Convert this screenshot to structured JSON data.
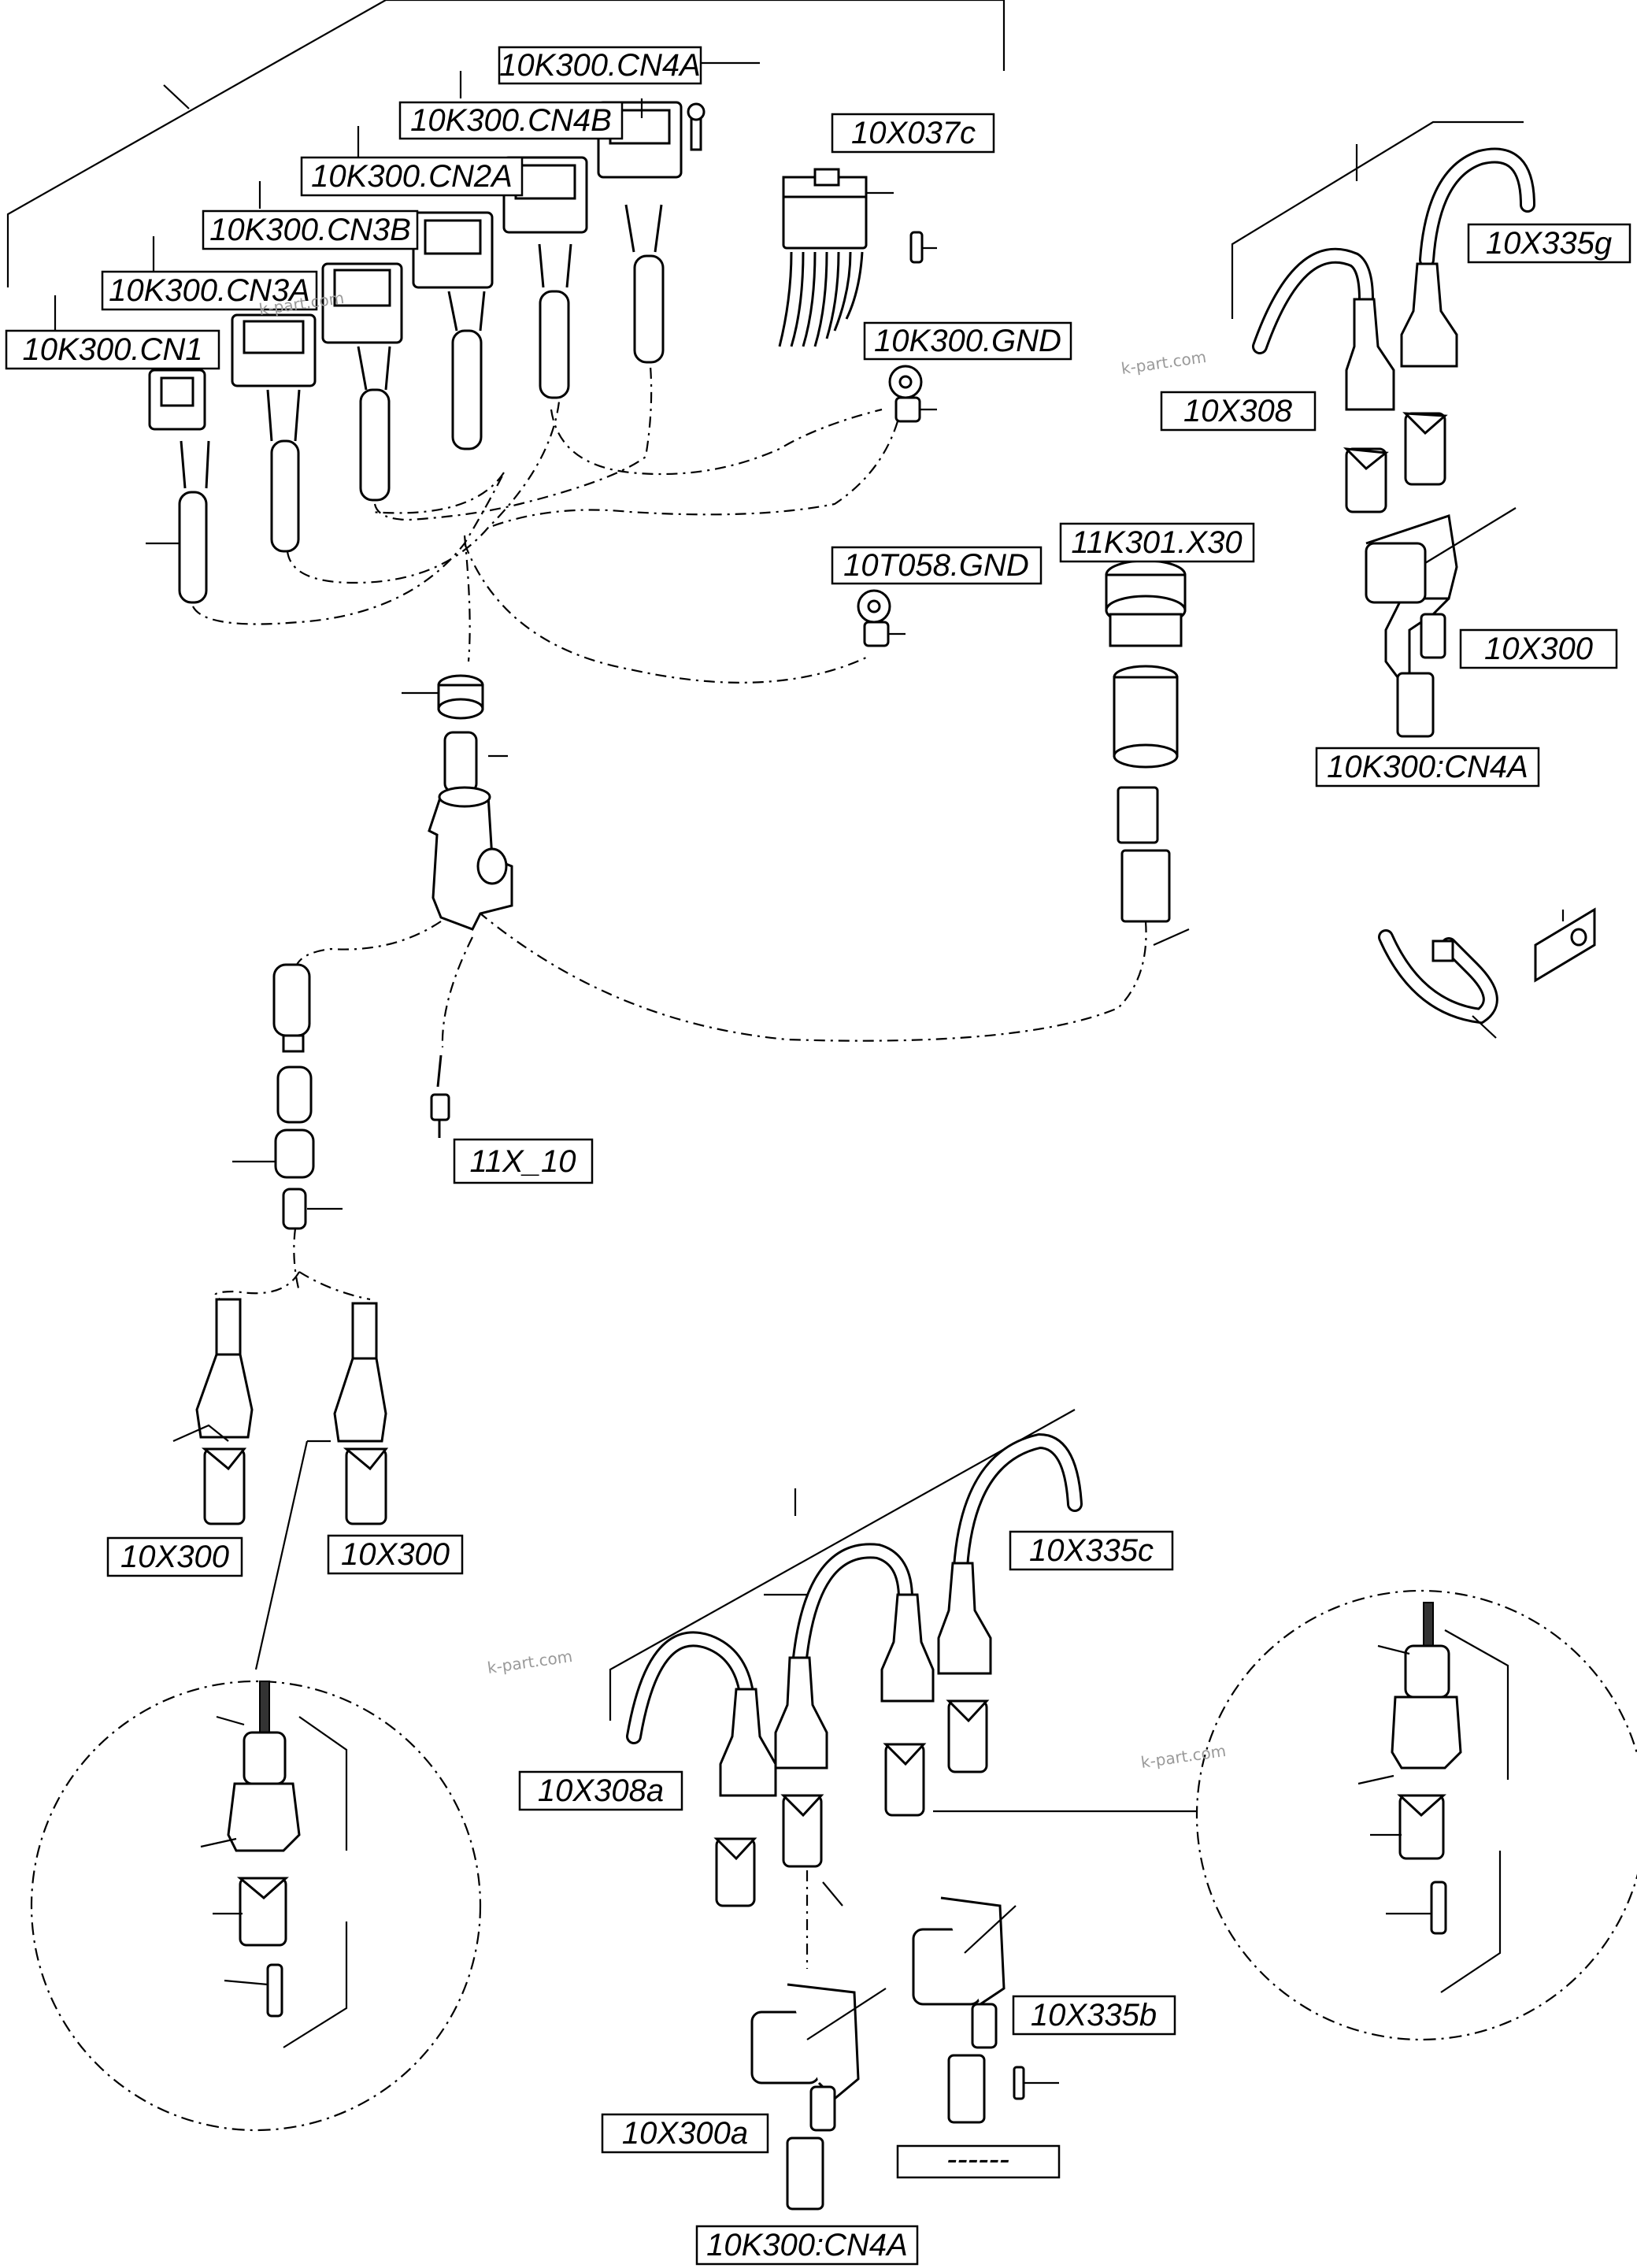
{
  "labels": [
    {
      "id": "10K300.CN4A",
      "text": "10K300.CN4A"
    },
    {
      "id": "10K300.CN4B",
      "text": "10K300.CN4B"
    },
    {
      "id": "10K300.CN2A",
      "text": "10K300.CN2A"
    },
    {
      "id": "10K300.CN3B",
      "text": "10K300.CN3B"
    },
    {
      "id": "10K300.CN3A",
      "text": "10K300.CN3A"
    },
    {
      "id": "10K300.CN1",
      "text": "10K300.CN1"
    },
    {
      "id": "10X037c",
      "text": "10X037c"
    },
    {
      "id": "10K300.GND",
      "text": "10K300.GND"
    },
    {
      "id": "10X335g",
      "text": "10X335g"
    },
    {
      "id": "10X308",
      "text": "10X308"
    },
    {
      "id": "11K301.X30",
      "text": "11K301.X30"
    },
    {
      "id": "10T058.GND",
      "text": "10T058.GND"
    },
    {
      "id": "10X300-top",
      "text": "10X300"
    },
    {
      "id": "10K300:CN4A-top",
      "text": "10K300:CN4A"
    },
    {
      "id": "11X_10",
      "text": "11X_10"
    },
    {
      "id": "10X300-left1",
      "text": "10X300"
    },
    {
      "id": "10X300-left2",
      "text": "10X300"
    },
    {
      "id": "10X335c",
      "text": "10X335c"
    },
    {
      "id": "10X308a",
      "text": "10X308a"
    },
    {
      "id": "10X335b",
      "text": "10X335b"
    },
    {
      "id": "10X300a",
      "text": "10X300a"
    },
    {
      "id": "blank",
      "text": "------"
    },
    {
      "id": "10K300:CN4A-bottom",
      "text": "10K300:CN4A"
    }
  ],
  "watermarks": [
    "k-part.com",
    "k-part.com",
    "k-part.com",
    "k-part.com"
  ]
}
